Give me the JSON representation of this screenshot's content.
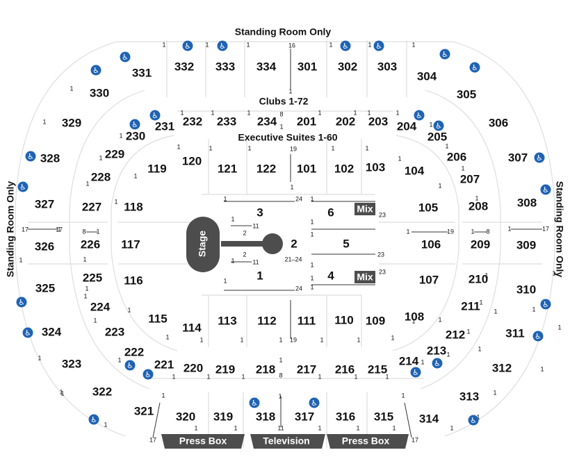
{
  "venue": {
    "standing_top": "Standing Room Only",
    "standing_left": "Standing Room Only",
    "standing_right": "Standing Room Only",
    "clubs": "Clubs 1-72",
    "suites": "Executive Suites 1-60",
    "stage": "Stage",
    "mix": "Mix",
    "press_box": "Press Box",
    "television": "Television"
  },
  "sections": [
    {
      "id": "332"
    },
    {
      "id": "333"
    },
    {
      "id": "334"
    },
    {
      "id": "301"
    },
    {
      "id": "302"
    },
    {
      "id": "303"
    },
    {
      "id": "331"
    },
    {
      "id": "304"
    },
    {
      "id": "330"
    },
    {
      "id": "305"
    },
    {
      "id": "329"
    },
    {
      "id": "306"
    },
    {
      "id": "328"
    },
    {
      "id": "307"
    },
    {
      "id": "327"
    },
    {
      "id": "308"
    },
    {
      "id": "326"
    },
    {
      "id": "309"
    },
    {
      "id": "325"
    },
    {
      "id": "310"
    },
    {
      "id": "324"
    },
    {
      "id": "311"
    },
    {
      "id": "323"
    },
    {
      "id": "312"
    },
    {
      "id": "322"
    },
    {
      "id": "313"
    },
    {
      "id": "321"
    },
    {
      "id": "314"
    },
    {
      "id": "320"
    },
    {
      "id": "319"
    },
    {
      "id": "318"
    },
    {
      "id": "317"
    },
    {
      "id": "316"
    },
    {
      "id": "315"
    },
    {
      "id": "232"
    },
    {
      "id": "233"
    },
    {
      "id": "234"
    },
    {
      "id": "201"
    },
    {
      "id": "202"
    },
    {
      "id": "203"
    },
    {
      "id": "231"
    },
    {
      "id": "204"
    },
    {
      "id": "230"
    },
    {
      "id": "205"
    },
    {
      "id": "229"
    },
    {
      "id": "206"
    },
    {
      "id": "228"
    },
    {
      "id": "207"
    },
    {
      "id": "227"
    },
    {
      "id": "208"
    },
    {
      "id": "226"
    },
    {
      "id": "209"
    },
    {
      "id": "225"
    },
    {
      "id": "210"
    },
    {
      "id": "224"
    },
    {
      "id": "211"
    },
    {
      "id": "223"
    },
    {
      "id": "212"
    },
    {
      "id": "222"
    },
    {
      "id": "213"
    },
    {
      "id": "221"
    },
    {
      "id": "214"
    },
    {
      "id": "220"
    },
    {
      "id": "219"
    },
    {
      "id": "218"
    },
    {
      "id": "217"
    },
    {
      "id": "216"
    },
    {
      "id": "215"
    },
    {
      "id": "121"
    },
    {
      "id": "122"
    },
    {
      "id": "101"
    },
    {
      "id": "102"
    },
    {
      "id": "103"
    },
    {
      "id": "120"
    },
    {
      "id": "104"
    },
    {
      "id": "119"
    },
    {
      "id": "105"
    },
    {
      "id": "118"
    },
    {
      "id": "106"
    },
    {
      "id": "117"
    },
    {
      "id": "107"
    },
    {
      "id": "116"
    },
    {
      "id": "108"
    },
    {
      "id": "115"
    },
    {
      "id": "109"
    },
    {
      "id": "114"
    },
    {
      "id": "113"
    },
    {
      "id": "112"
    },
    {
      "id": "111"
    },
    {
      "id": "110"
    },
    {
      "id": "3"
    },
    {
      "id": "2"
    },
    {
      "id": "1"
    },
    {
      "id": "6"
    },
    {
      "id": "5"
    },
    {
      "id": "4"
    }
  ],
  "row_labels": [
    {
      "t": "1"
    },
    {
      "t": "16"
    },
    {
      "t": "17"
    },
    {
      "t": "19"
    },
    {
      "t": "8"
    },
    {
      "t": "24"
    },
    {
      "t": "23"
    },
    {
      "t": "11"
    },
    {
      "t": "2"
    },
    {
      "t": "21–24"
    }
  ],
  "colors": {
    "accessible": "#1f63b4",
    "label_box": "#4d4d4d",
    "stage": "#4d4d4d",
    "lines": "#e2e2e2"
  },
  "icons": [
    "accessible-seating-icon"
  ]
}
